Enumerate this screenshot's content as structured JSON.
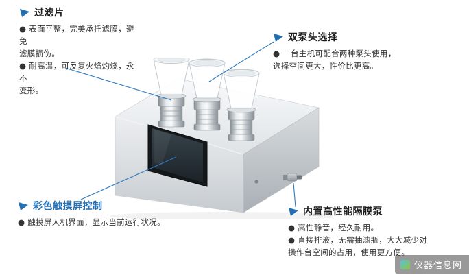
{
  "colors": {
    "accent": "#2470b3",
    "leader_line": "#2e79bd",
    "title_text": "#1b1b1b",
    "body_text": "#333333"
  },
  "callouts": [
    {
      "id": "filter-disc",
      "title": "过滤片",
      "lines": [
        "● 表面平整，完美承托滤膜，避免",
        "滤膜损伤。",
        "● 耐高温，可反复火焰灼烧，永不",
        "变形。"
      ]
    },
    {
      "id": "pump-head-choice",
      "title": "双泵头选择",
      "lines": [
        "● 一台主机可配合两种泵头使用，",
        "选择空间更大，性价比更高。"
      ]
    },
    {
      "id": "color-touchscreen",
      "title": "彩色触摸屏控制",
      "lines": [
        "● 触摸屏人机界面，显示当前运行状况。"
      ]
    },
    {
      "id": "diaphragm-pump",
      "title": "内置高性能隔膜泵",
      "lines": [
        "● 高性静音，经久耐用。",
        "● 直接排液，无需抽滤瓶，大大减少对",
        "操作台空间的占用，使用更方便。"
      ]
    }
  ],
  "watermark": {
    "text": "仪器信息网"
  }
}
